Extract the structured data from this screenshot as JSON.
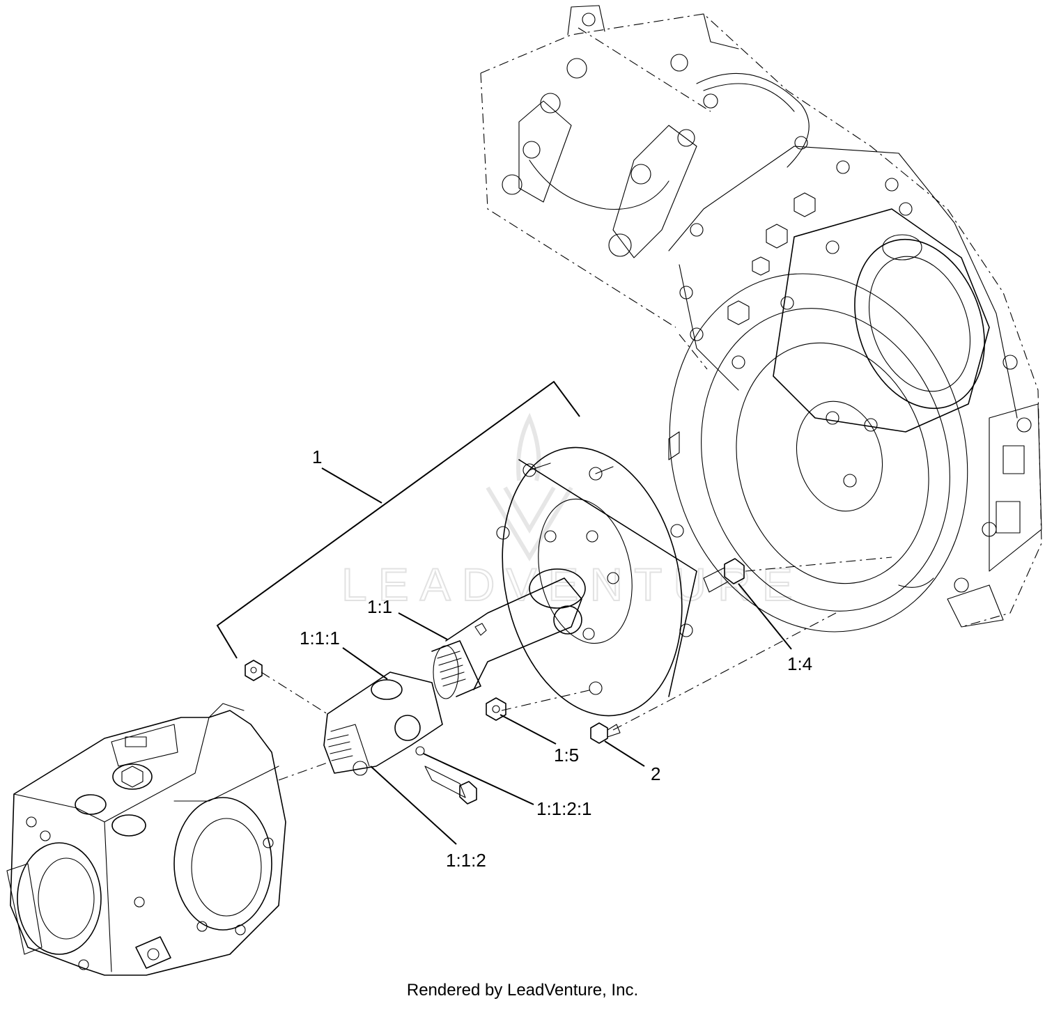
{
  "callouts": [
    {
      "id": "c1",
      "label": "1"
    },
    {
      "id": "c11",
      "label": "1:1"
    },
    {
      "id": "c111",
      "label": "1:1:1"
    },
    {
      "id": "c14",
      "label": "1:4"
    },
    {
      "id": "c15",
      "label": "1:5"
    },
    {
      "id": "c2",
      "label": "2"
    },
    {
      "id": "c1121",
      "label": "1:1:2:1"
    },
    {
      "id": "c112",
      "label": "1:1:2"
    }
  ],
  "watermark": {
    "text": "LEADVENTURE"
  },
  "footer": {
    "text": "Rendered by LeadVenture, Inc."
  }
}
